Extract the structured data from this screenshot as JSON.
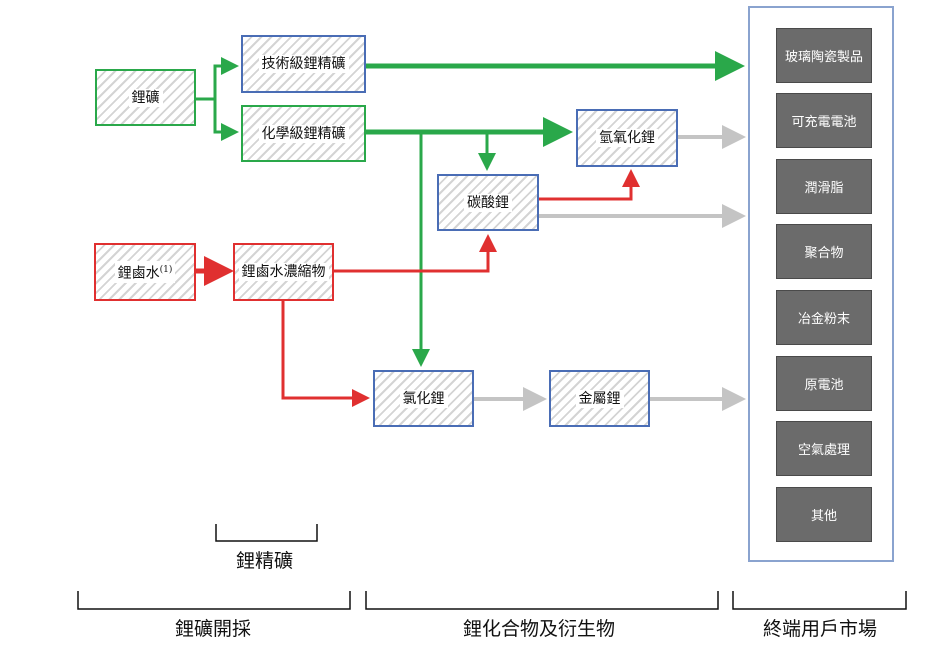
{
  "nodes": {
    "spodumene": "鋰礦",
    "tech_grade": "技術級鋰精礦",
    "chem_grade": "化學級鋰精礦",
    "brine": "鋰鹵水",
    "brine_footnote": "(1)",
    "brine_conc": "鋰鹵水濃縮物",
    "carbonate": "碳酸鋰",
    "hydroxide": "氫氧化鋰",
    "chloride": "氯化鋰",
    "metal": "金屬鋰"
  },
  "markets": [
    "玻璃陶瓷製品",
    "可充電電池",
    "潤滑脂",
    "聚合物",
    "冶金粉末",
    "原電池",
    "空氣處理",
    "其他"
  ],
  "labels": {
    "concentrate": "鋰精礦",
    "mining": "鋰礦開採",
    "compounds": "鋰化合物及衍生物",
    "end_market": "終端用戶市場"
  },
  "colors": {
    "green": "#2aa84a",
    "red": "#e03030",
    "gray": "#c4c4c4",
    "blue": "#4a6db5"
  }
}
